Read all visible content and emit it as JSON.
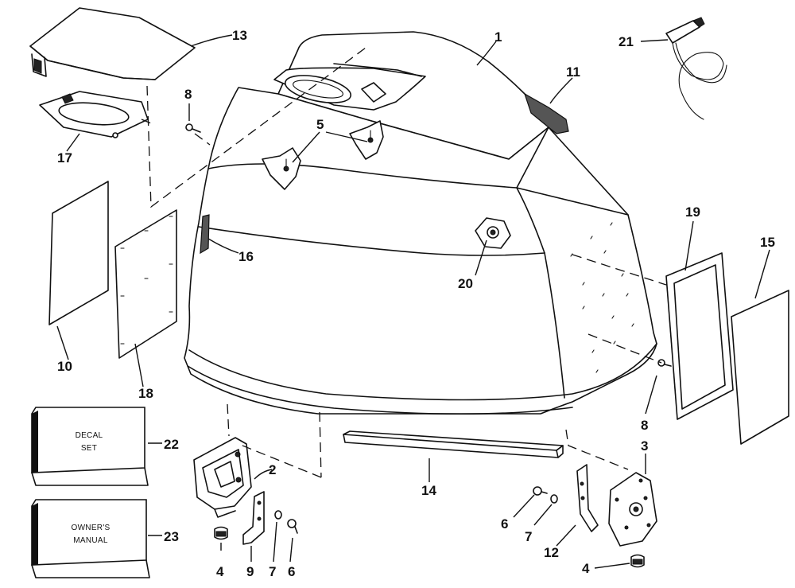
{
  "callouts": {
    "c1": "1",
    "c2": "2",
    "c3": "3",
    "c4a": "4",
    "c4b": "4",
    "c5": "5",
    "c6a": "6",
    "c6b": "6",
    "c7a": "7",
    "c7b": "7",
    "c8a": "8",
    "c8b": "8",
    "c9": "9",
    "c10": "10",
    "c11": "11",
    "c12": "12",
    "c13": "13",
    "c14": "14",
    "c15": "15",
    "c16": "16",
    "c17": "17",
    "c18": "18",
    "c19": "19",
    "c20": "20",
    "c21": "21",
    "c22": "22",
    "c23": "23"
  },
  "boxes": {
    "decal_line1": "DECAL",
    "decal_line2": "SET",
    "manual_line1": "OWNER'S",
    "manual_line2": "MANUAL"
  }
}
